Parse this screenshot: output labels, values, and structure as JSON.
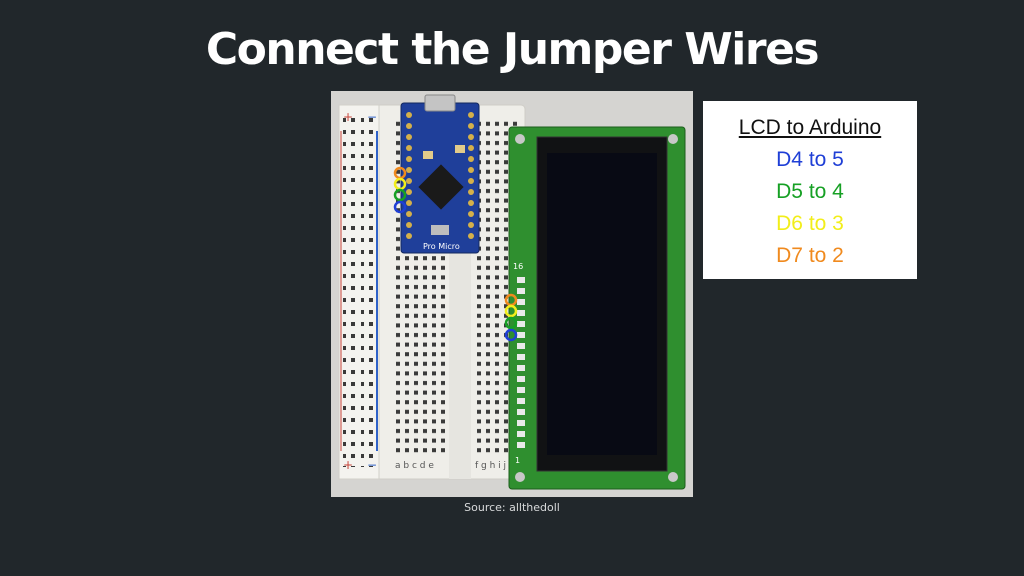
{
  "slide": {
    "title": "Connect the Jumper Wires",
    "source": "Source: allthedoll"
  },
  "photo": {
    "board_label": "Pro Micro",
    "breadboard_row_letters_left": "a b c d e",
    "breadboard_row_letters_right": "f g h i j",
    "plus_sign": "+",
    "minus_sign": "−",
    "lcd_pin_16": "16",
    "lcd_pin_1": "1"
  },
  "legend": {
    "title": "LCD to Arduino",
    "rows": [
      {
        "text": "D4 to 5",
        "color": "#1f3fd6"
      },
      {
        "text": "D5 to 4",
        "color": "#16a024"
      },
      {
        "text": "D6 to 3",
        "color": "#f2ee1a"
      },
      {
        "text": "D7 to 2",
        "color": "#f08a1e"
      }
    ]
  },
  "colors": {
    "background": "#21272b",
    "title": "#ffffff",
    "blue": "#1f3fd6",
    "green": "#16a024",
    "yellow": "#f2ee1a",
    "orange": "#f08a1e"
  }
}
